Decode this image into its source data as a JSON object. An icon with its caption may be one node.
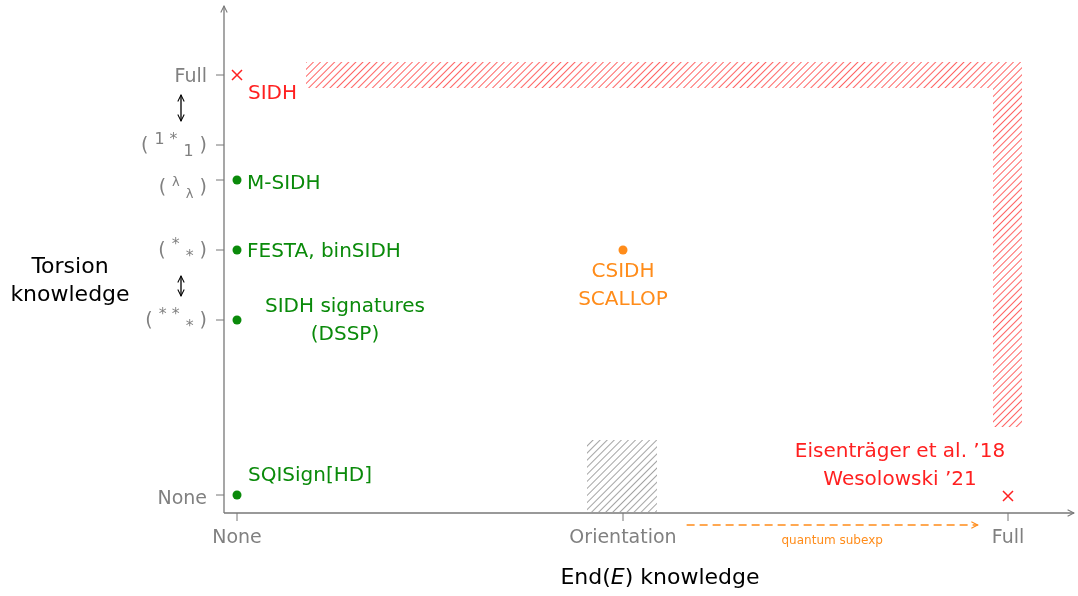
{
  "diagram": {
    "nodes": [
      {
        "text": [
          "Full"
        ]
      },
      {
        "text": [
          "( $^{1 *}$ $_{1}$ )"
        ]
      },
      {
        "text": [
          "( $^{*}$ $_{*}$ )"
        ]
      },
      {
        "text": [
          "( $^{* *}$ $_{*}$ )"
        ]
      },
      {
        "text": [
          "Orientation"
        ]
      },
      {
        "text": [
          "Full"
        ]
      }
    ],
    "edges": [
      {
        "from": 0,
        "to": 1,
        "arrow": "both"
      },
      {
        "from": 2,
        "to": 3,
        "arrow": "both"
      },
      {
        "from": 4,
        "to": 5,
        "arrow": "to",
        "label": "quantum subexp",
        "style": "dashed",
        "color": "#ff8c1a"
      }
    ],
    "labels": [
      "SIDH",
      "( $^{λ}$ $_{λ}$ )",
      "M-SIDH",
      "Torsion knowledge",
      "FESTA, binSIDH",
      "CSIDH SCALLOP",
      "SIDH signatures (DSSP)",
      "Eisenträger et al. ’18 Wesolowski ’21",
      "SQISign[HD]",
      "None",
      "None",
      "End(*E*) knowledge"
    ]
  }
}
